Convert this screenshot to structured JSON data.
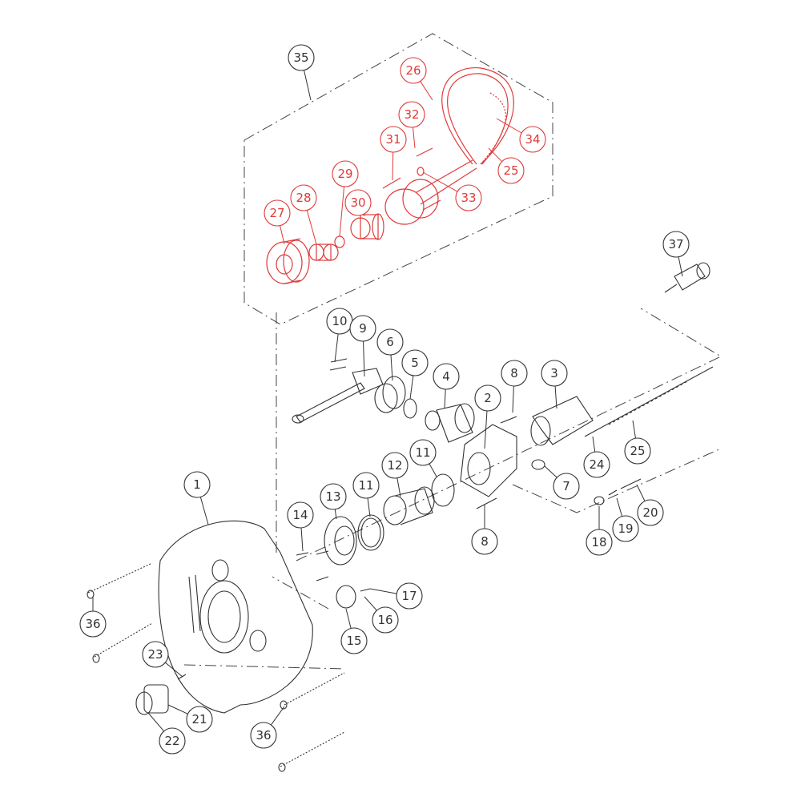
{
  "diagram": {
    "type": "exploded-parts-view",
    "colors": {
      "standard": "#333333",
      "highlight": "#e03a3a"
    },
    "callouts": [
      {
        "label": "35",
        "color": "standard"
      },
      {
        "label": "26",
        "color": "highlight"
      },
      {
        "label": "32",
        "color": "highlight"
      },
      {
        "label": "31",
        "color": "highlight"
      },
      {
        "label": "34",
        "color": "highlight"
      },
      {
        "label": "29",
        "color": "highlight"
      },
      {
        "label": "28",
        "color": "highlight"
      },
      {
        "label": "30",
        "color": "highlight"
      },
      {
        "label": "25",
        "color": "highlight"
      },
      {
        "label": "27",
        "color": "highlight"
      },
      {
        "label": "33",
        "color": "highlight"
      },
      {
        "label": "37",
        "color": "standard"
      },
      {
        "label": "10",
        "color": "standard"
      },
      {
        "label": "9",
        "color": "standard"
      },
      {
        "label": "6",
        "color": "standard"
      },
      {
        "label": "5",
        "color": "standard"
      },
      {
        "label": "4",
        "color": "standard"
      },
      {
        "label": "8",
        "color": "standard"
      },
      {
        "label": "3",
        "color": "standard"
      },
      {
        "label": "2",
        "color": "standard"
      },
      {
        "label": "25",
        "color": "standard"
      },
      {
        "label": "24",
        "color": "standard"
      },
      {
        "label": "7",
        "color": "standard"
      },
      {
        "label": "11",
        "color": "standard"
      },
      {
        "label": "12",
        "color": "standard"
      },
      {
        "label": "1",
        "color": "standard"
      },
      {
        "label": "20",
        "color": "standard"
      },
      {
        "label": "14",
        "color": "standard"
      },
      {
        "label": "13",
        "color": "standard"
      },
      {
        "label": "11",
        "color": "standard"
      },
      {
        "label": "19",
        "color": "standard"
      },
      {
        "label": "8",
        "color": "standard"
      },
      {
        "label": "18",
        "color": "standard"
      },
      {
        "label": "17",
        "color": "standard"
      },
      {
        "label": "16",
        "color": "standard"
      },
      {
        "label": "15",
        "color": "standard"
      },
      {
        "label": "36",
        "color": "standard"
      },
      {
        "label": "23",
        "color": "standard"
      },
      {
        "label": "21",
        "color": "standard"
      },
      {
        "label": "22",
        "color": "standard"
      },
      {
        "label": "36",
        "color": "standard"
      }
    ]
  }
}
